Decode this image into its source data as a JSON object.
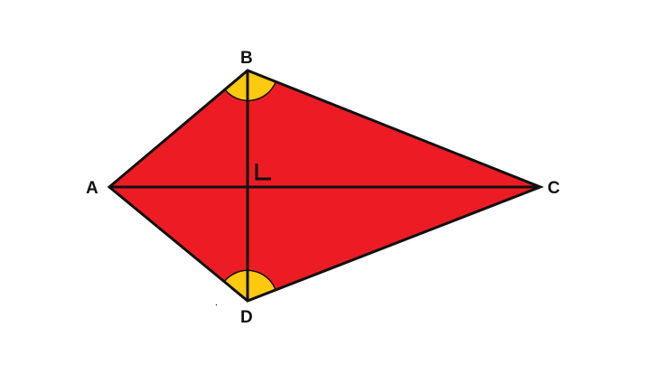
{
  "diagram": {
    "shape": "kite",
    "labels": {
      "A": "A",
      "B": "B",
      "C": "C",
      "D": "D"
    },
    "colors": {
      "fill": "#ed1c24",
      "angle_marks": "#ffc90e",
      "stroke": "#111111",
      "background": "#ffffff"
    },
    "diagonals": [
      "AC",
      "BD"
    ],
    "marked_angles": [
      "B",
      "D"
    ],
    "right_angle_at_intersection": true
  }
}
